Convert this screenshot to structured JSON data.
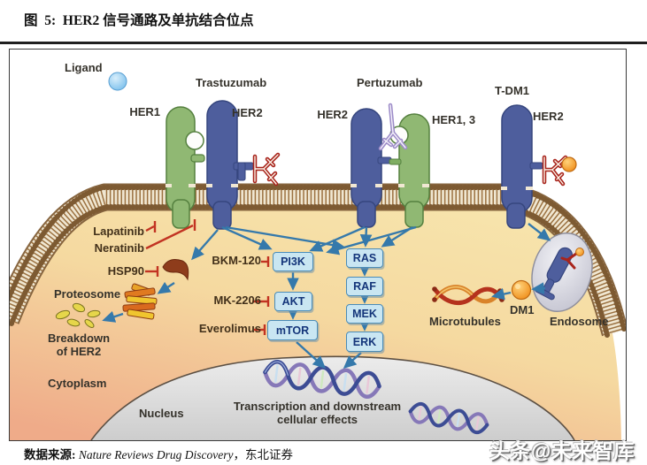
{
  "figure": {
    "title": "图  5:  HER2 信号通路及单抗结合位点",
    "source_label": "数据来源:",
    "source_en": "Nature Reviews Drug Discovery",
    "source_sep": "，",
    "source_cn": "东北证券",
    "watermark": "头条@未来智库"
  },
  "diagram": {
    "labels": {
      "ligand": "Ligand",
      "trastuzumab": "Trastuzumab",
      "pertuzumab": "Pertuzumab",
      "tdm1": "T-DM1",
      "her1": "HER1",
      "her2_g1": "HER2",
      "her2_g2": "HER2",
      "her13": "HER1, 3",
      "her2_g3": "HER2",
      "lapatinib": "Lapatinib",
      "neratinib": "Neratinib",
      "hsp90": "HSP90",
      "proteosome": "Proteosome",
      "breakdown_l1": "Breakdown",
      "breakdown_l2": "of HER2",
      "cytoplasm": "Cytoplasm",
      "nucleus": "Nucleus",
      "bkm120": "BKM-120",
      "mk2206": "MK-2206",
      "everolimus": "Everolimus",
      "microtubules": "Microtubules",
      "dm1": "DM1",
      "endosome": "Endosome",
      "transcription_l1": "Transcription and downstream",
      "transcription_l2": "cellular effects"
    },
    "boxes": {
      "pi3k": "PI3K",
      "akt": "AKT",
      "mtor": "mTOR",
      "ras": "RAS",
      "raf": "RAF",
      "mek": "MEK",
      "erk": "ERK"
    },
    "colors": {
      "receptor_green": "#90b873",
      "receptor_blue": "#4e5e9d",
      "antibody_red": "#a8241c",
      "antibody_purple": "#9d8cc8",
      "arrow_blue": "#3579ab",
      "inhibit_red": "#c23322",
      "box_fill": "#c9e6f2",
      "box_border": "#4a8cb8",
      "cell_top": "#f7e4ac",
      "cell_bottom": "#efab89",
      "membrane_brown": "#9b7140",
      "nucleus_gray": "#dedede",
      "dm1_orange": "#ef8d1a"
    }
  }
}
